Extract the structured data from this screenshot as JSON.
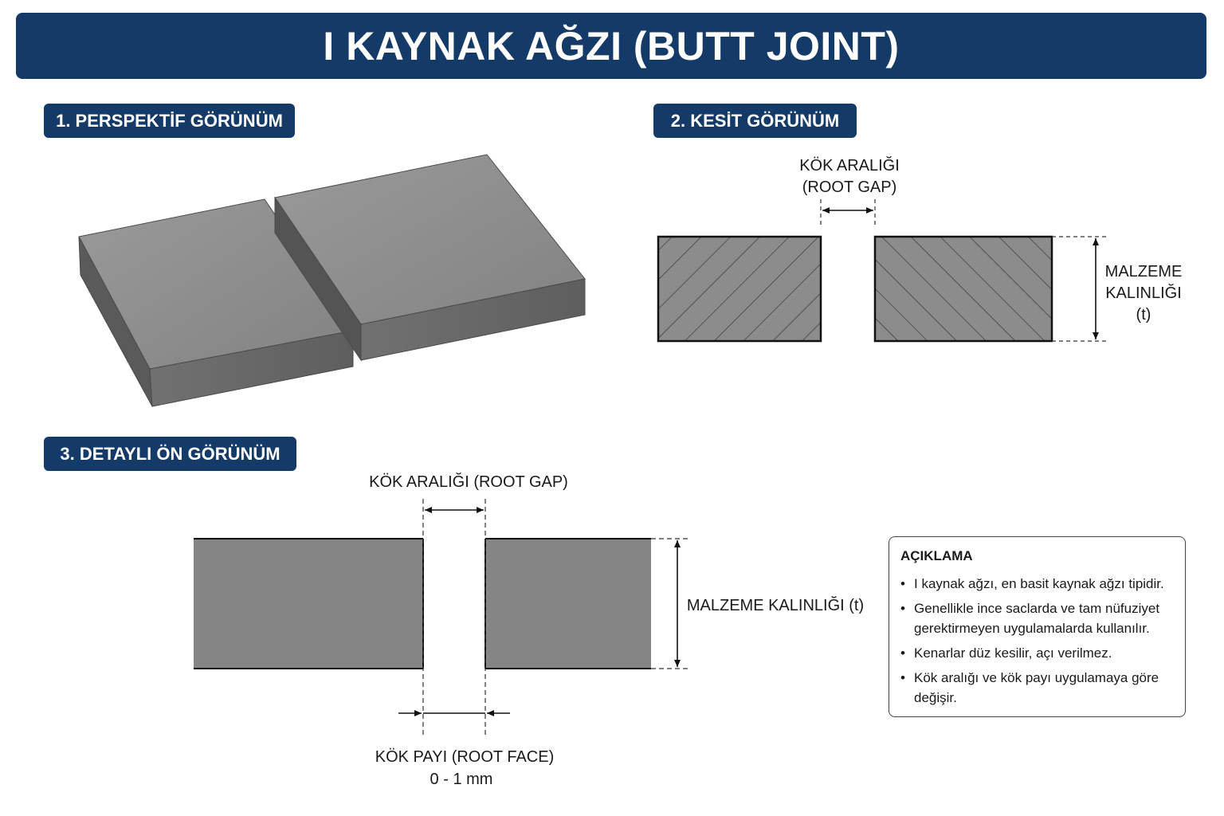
{
  "title": "I KAYNAK AĞZI (BUTT JOINT)",
  "sections": {
    "perspective": "1. PERSPEKTİF GÖRÜNÜM",
    "cross_section": "2. KESİT GÖRÜNÜM",
    "front_detail": "3. DETAYLI ÖN GÖRÜNÜM"
  },
  "cross_section": {
    "root_gap_line1": "KÖK ARALIĞI",
    "root_gap_line2": "(ROOT GAP)",
    "thickness_line1": "MALZEME",
    "thickness_line2": "KALINLIĞI",
    "thickness_line3": "(t)"
  },
  "front_detail": {
    "root_gap": "KÖK ARALIĞI (ROOT GAP)",
    "thickness": "MALZEME KALINLIĞI (t)",
    "root_face": "KÖK PAYI (ROOT FACE)",
    "root_face_value": "0 - 1 mm"
  },
  "legend": {
    "title": "AÇIKLAMA",
    "items": [
      "I kaynak ağzı, en basit kaynak ağzı tipidir.",
      "Genellikle ince saclarda ve tam nüfuziyet gerektirmeyen uygulamalarda kullanılır.",
      "Kenarlar düz kesilir, açı verilmez.",
      "Kök aralığı ve kök payı uygulamaya göre değişir."
    ]
  },
  "colors": {
    "header_bg": "#143a68",
    "plate_top": "#8e8e8e",
    "plate_front": "#6a6a6a",
    "plate_side": "#5a5a5a",
    "section_fill": "#8c8c8c"
  }
}
